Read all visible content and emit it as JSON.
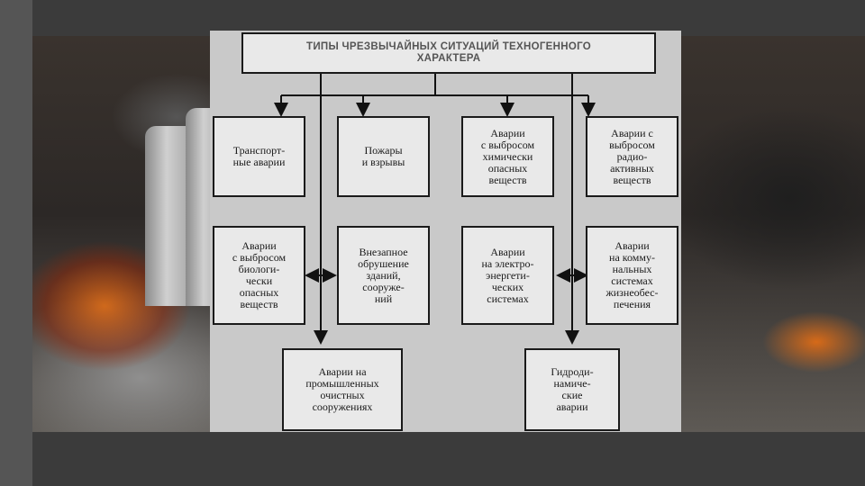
{
  "diagram": {
    "title": "ТИПЫ ЧРЕЗВЫЧАЙНЫХ СИТУАЦИЙ ТЕХНОГЕННОГО\nХАРАКТЕРА",
    "row1": [
      "Транспорт-\nные аварии",
      "Пожары\nи взрывы",
      "Аварии\nс выбросом\nхимически\nопасных\nвеществ",
      "Аварии с\nвыбросом\nрадио-\nактивных\nвеществ"
    ],
    "row2": [
      "Аварии\nс выбросом\nбиологи-\nчески\nопасных\nвеществ",
      "Внезапное\nобрушение\nзданий,\nсооруже-\nний",
      "Аварии\nна электро-\nэнергети-\nческих\nсистемах",
      "Аварии\nна комму-\nнальных\nсистемах\nжизнеобес-\nпечения"
    ],
    "row3": [
      "Аварии на\nпромышленных\nочистных\nсооружениях",
      "Гидроди-\nнамиче-\nские\nаварии"
    ]
  }
}
